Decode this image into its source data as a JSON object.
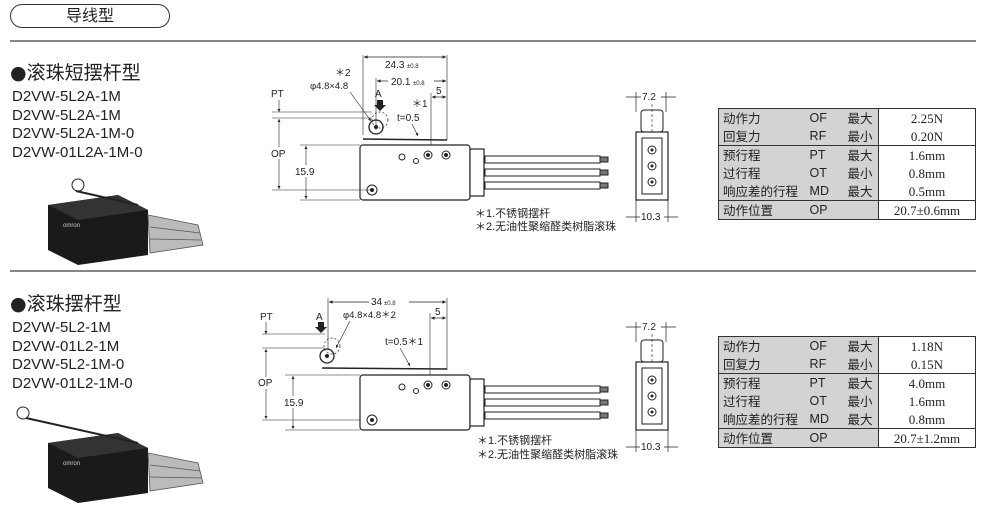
{
  "header": {
    "title": "导线型"
  },
  "sections": [
    {
      "title": "●滚珠短摆杆型",
      "models": [
        "D2VW-5L2A-1M",
        "D2VW-5L2A-1M",
        "D2VW-5L2A-1M-0",
        "D2VW-01L2A-1M-0"
      ],
      "diagram": {
        "dim_total": "24.3",
        "dim_total_tol": "±0.8",
        "dim_mid": "20.1",
        "dim_mid_tol": "±0.8",
        "dim_5": "5",
        "star2": "＊2",
        "roller": "φ4.8×4.8",
        "star1": "＊1",
        "thickness": "t=0.5",
        "pt": "PT",
        "op": "OP",
        "a": "A",
        "h": "15.9",
        "note1": "＊1.不锈钢摆杆",
        "note2": "＊2.无油性聚缩醛类树脂滚珠",
        "side_w": "7.2",
        "side_b": "10.3"
      },
      "table": [
        {
          "name": "动作力",
          "code": "OF",
          "limit": "最大",
          "value": "2.25N",
          "group_start": true
        },
        {
          "name": "回复力",
          "code": "RF",
          "limit": "最小",
          "value": "0.20N"
        },
        {
          "name": "预行程",
          "code": "PT",
          "limit": "最大",
          "value": "1.6mm",
          "group_start": true
        },
        {
          "name": "过行程",
          "code": "OT",
          "limit": "最小",
          "value": "0.8mm"
        },
        {
          "name": "响应差的行程",
          "code": "MD",
          "limit": "最大",
          "value": "0.5mm"
        },
        {
          "name": "动作位置",
          "code": "OP",
          "limit": "",
          "value": "20.7±0.6mm",
          "group_start": true
        }
      ]
    },
    {
      "title": "●滚珠摆杆型",
      "models": [
        "D2VW-5L2-1M",
        "D2VW-01L2-1M",
        "D2VW-5L2-1M-0",
        "D2VW-01L2-1M-0"
      ],
      "diagram": {
        "dim_total": "34",
        "dim_total_tol": "±0.8",
        "dim_5": "5",
        "roller": "φ4.8×4.8＊2",
        "thickness": "t=0.5＊1",
        "pt": "PT",
        "op": "OP",
        "a": "A",
        "h": "15.9",
        "note1": "＊1.不锈钢摆杆",
        "note2": "＊2.无油性聚缩醛类树脂滚珠",
        "side_w": "7.2",
        "side_b": "10.3"
      },
      "table": [
        {
          "name": "动作力",
          "code": "OF",
          "limit": "最大",
          "value": "1.18N"
        },
        {
          "name": "回复力",
          "code": "RF",
          "limit": "最小",
          "value": "0.15N"
        },
        {
          "name": "预行程",
          "code": "PT",
          "limit": "最大",
          "value": "4.0mm"
        },
        {
          "name": "过行程",
          "code": "OT",
          "limit": "最小",
          "value": "1.6mm"
        },
        {
          "name": "响应差的行程",
          "code": "MD",
          "limit": "最大",
          "value": "0.8mm"
        },
        {
          "name": "动作位置",
          "code": "OP",
          "limit": "",
          "value": "20.7±1.2mm"
        }
      ]
    }
  ]
}
